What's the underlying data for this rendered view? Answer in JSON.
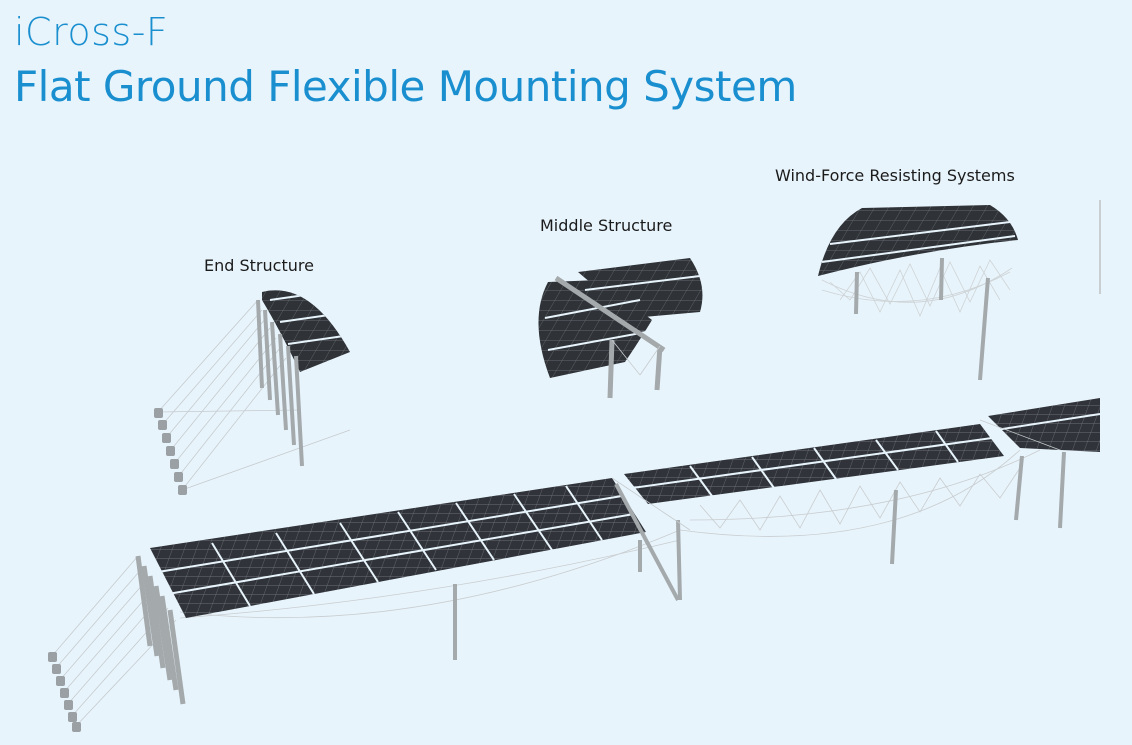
{
  "header": {
    "product_code": "iCross-F",
    "title": "Flat Ground Flexible Mounting System"
  },
  "callouts": {
    "end": "End Structure",
    "middle": "Middle Structure",
    "wind": "Wind-Force Resisting Systems"
  },
  "colors": {
    "background": "#e8f4fb",
    "title": "#1a8fd0",
    "panel": "#2f3338",
    "pole": "#9ea3a6",
    "cable": "#b9c0c4"
  }
}
